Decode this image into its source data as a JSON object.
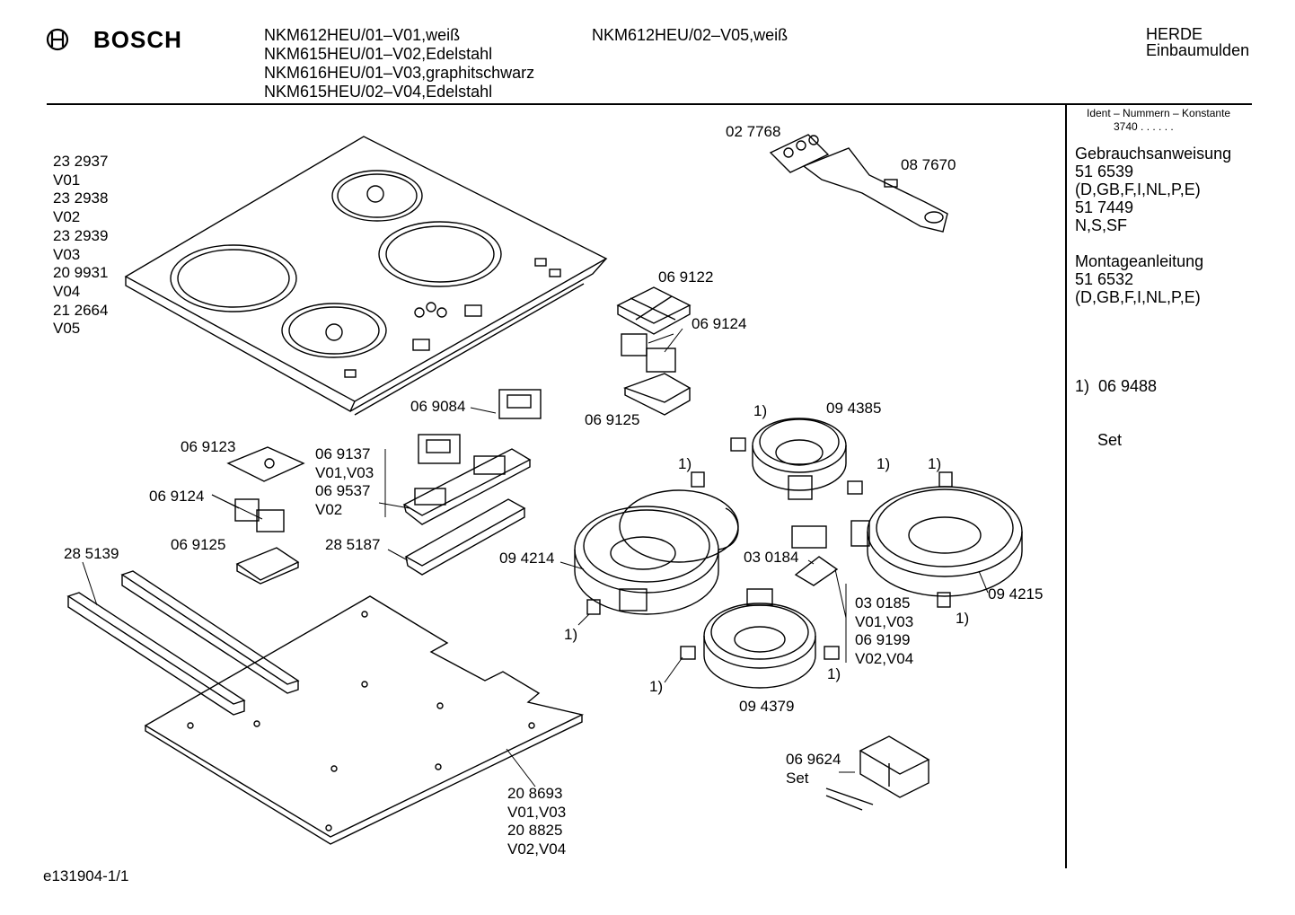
{
  "header": {
    "brand": "BOSCH",
    "models_col1": [
      "NKM612HEU/01–V01,weiß",
      "NKM615HEU/01–V02,Edelstahl",
      "NKM616HEU/01–V03,graphitschwarz",
      "NKM615HEU/02–V04,Edelstahl"
    ],
    "models_col2": [
      "NKM612HEU/02–V05,weiß"
    ],
    "category": [
      "HERDE",
      "Einbaumulden"
    ]
  },
  "sidebar": {
    "ident_title": "Ident – Nummern – Konstante",
    "ident_value": "3740 . . . . . .",
    "manual_title": "Gebrauchsanweisung",
    "manual_lines": [
      "51 6539",
      "(D,GB,F,I,NL,P,E)",
      "51 7449",
      "N,S,SF"
    ],
    "install_title": "Montageanleitung",
    "install_lines": [
      "51 6532",
      "(D,GB,F,I,NL,P,E)"
    ],
    "note_lines": [
      "1)  06 9488",
      "     Set"
    ]
  },
  "labels": {
    "hob_list": [
      "23 2937",
      "V01",
      "23 2938",
      "V02",
      "23 2939",
      "V03",
      "20 9931",
      "V04",
      "21 2664",
      "V05"
    ],
    "p027768": "02 7768",
    "p087670": "08 7670",
    "p069122": "06 9122",
    "p069124a": "06 9124",
    "p069125a": "06 9125",
    "p069084": "06 9084",
    "p069123": "06 9123",
    "p069137_list": [
      "06 9137",
      "V01,V03",
      "06 9537",
      "V02"
    ],
    "p069124b": "06 9124",
    "p069125b": "06 9125",
    "p285187": "28 5187",
    "p285139": "28 5139",
    "p094385": "09 4385",
    "p094214": "09 4214",
    "p094215": "09 4215",
    "p030184": "03 0184",
    "p030185_list": [
      "03 0185",
      "V01,V03",
      "06 9199",
      "V02,V04"
    ],
    "p094379": "09 4379",
    "p069624_list": [
      "06 9624",
      "Set"
    ],
    "p208693_list": [
      "20 8693",
      "V01,V03",
      "20 8825",
      "V02,V04"
    ],
    "note_marks": [
      "1)",
      "1)",
      "1)",
      "1)",
      "1)",
      "1)",
      "1)",
      "1)"
    ]
  },
  "footer": {
    "code": "e131904-1/1"
  }
}
